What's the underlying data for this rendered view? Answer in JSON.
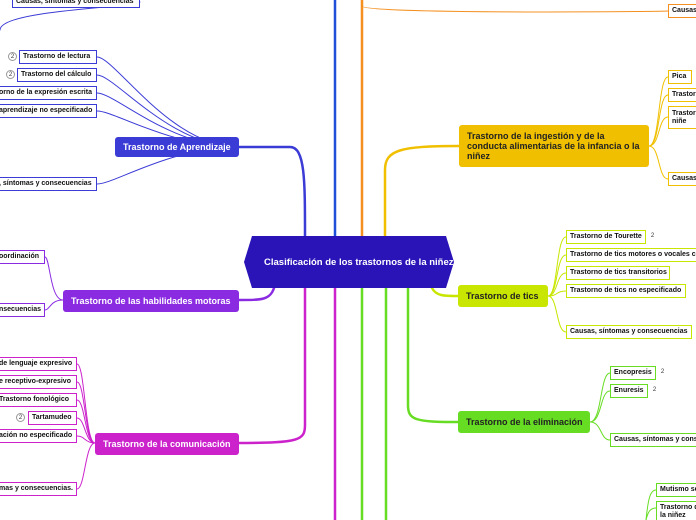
{
  "central_topic": "Clasificación de los trastornos de la niñez y la adolescencia",
  "colors": {
    "aprendizaje": "#3b3bd6",
    "motoras": "#8a2be2",
    "comunicacion": "#cc22cc",
    "ingestion": "#f0c000",
    "tics": "#c8e600",
    "eliminacion": "#66dd22",
    "center": "#2a14b8",
    "blue_trunk": "#1f4fd8",
    "orange_trunk": "#f59020"
  },
  "branches": {
    "aprendizaje": {
      "label": "Trastorno de Aprendizaje",
      "children": [
        {
          "label": "Trastorno de lectura",
          "badge": "2"
        },
        {
          "label": "Trastorno del cálculo",
          "badge": "2"
        },
        {
          "label": "orno de la expresión escrita"
        },
        {
          "label": "aprendizaje no especificado"
        },
        {
          "label": ", síntomas y consecuencias"
        }
      ]
    },
    "top_left_leaf": "Causas, síntomas y consecuencias",
    "motoras": {
      "label": "Trastorno de las habilidades motoras",
      "children": [
        {
          "label": "oordinación"
        },
        {
          "label": "nsecuencias"
        }
      ]
    },
    "comunicacion": {
      "label": "Trastorno de la comunicación",
      "children": [
        {
          "label": "de lenguaje expresivo"
        },
        {
          "label": "e receptivo-expresivo"
        },
        {
          "label": "Trastorno fonológico"
        },
        {
          "label": "Tartamudeo",
          "badge": "2"
        },
        {
          "label": "ación no especificado"
        },
        {
          "label": "mas y consecuencias."
        }
      ]
    },
    "top_right_leaf": "Causas",
    "ingestion": {
      "label": "Trastorno de la ingestión y de la conducta alimentarias de la infancia o la niñez",
      "children": [
        {
          "label": "Pica"
        },
        {
          "label": "Trastor"
        },
        {
          "label": "Trastor la niñe"
        },
        {
          "label": "Causas"
        }
      ]
    },
    "tics": {
      "label": "Trastorno de tics",
      "children": [
        {
          "label": "Trastorno de Tourette",
          "badge": "2"
        },
        {
          "label": "Trastorno de tics motores o vocales c"
        },
        {
          "label": "Trastorno de tics transitorios"
        },
        {
          "label": "Trastorno de tics no especificado"
        },
        {
          "label": "Causas, síntomas y consecuencias"
        }
      ]
    },
    "eliminacion": {
      "label": "Trastorno de la eliminación",
      "children": [
        {
          "label": "Encopresis",
          "badge": "2"
        },
        {
          "label": "Enuresis",
          "badge": "2"
        },
        {
          "label": "Causas, síntomas y conse"
        }
      ]
    },
    "bottom_right": {
      "children": [
        {
          "label": "Mutismo se"
        },
        {
          "label": "Trastorno d la niñez"
        }
      ]
    }
  }
}
